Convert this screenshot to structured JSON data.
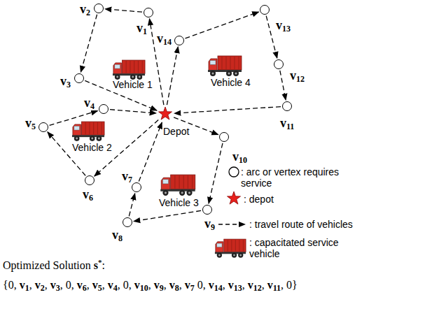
{
  "diagram": {
    "nodes": [
      {
        "text": [
          "v1"
        ]
      },
      {
        "text": [
          "v2"
        ]
      },
      {
        "text": [
          "v3"
        ]
      },
      {
        "text": [
          "v4"
        ]
      },
      {
        "text": [
          "v5"
        ]
      },
      {
        "text": [
          "v6"
        ]
      },
      {
        "text": [
          "v7"
        ]
      },
      {
        "text": [
          "v8"
        ]
      },
      {
        "text": [
          "v9"
        ]
      },
      {
        "text": [
          "v10"
        ]
      },
      {
        "text": [
          "v11"
        ]
      },
      {
        "text": [
          "v12"
        ]
      },
      {
        "text": [
          "v13"
        ]
      },
      {
        "text": [
          "v14"
        ]
      },
      {
        "text": [
          "Depot"
        ]
      }
    ],
    "edges": [
      {
        "from": 14,
        "to": 0,
        "arrow": "to"
      },
      {
        "from": 0,
        "to": 1,
        "arrow": "to"
      },
      {
        "from": 1,
        "to": 2,
        "arrow": "to"
      },
      {
        "from": 2,
        "to": 14,
        "arrow": "to"
      },
      {
        "from": 14,
        "to": 5,
        "arrow": "to"
      },
      {
        "from": 5,
        "to": 4,
        "arrow": "to"
      },
      {
        "from": 4,
        "to": 3,
        "arrow": "to"
      },
      {
        "from": 3,
        "to": 14,
        "arrow": "to"
      },
      {
        "from": 14,
        "to": 9,
        "arrow": "to"
      },
      {
        "from": 9,
        "to": 8,
        "arrow": "to"
      },
      {
        "from": 8,
        "to": 7,
        "arrow": "to"
      },
      {
        "from": 7,
        "to": 6,
        "arrow": "to"
      },
      {
        "from": 6,
        "to": 14,
        "arrow": "to"
      },
      {
        "from": 14,
        "to": 13,
        "arrow": "to"
      },
      {
        "from": 13,
        "to": 12,
        "arrow": "to"
      },
      {
        "from": 12,
        "to": 11,
        "arrow": "to"
      },
      {
        "from": 11,
        "to": 10,
        "arrow": "to"
      },
      {
        "from": 10,
        "to": 14,
        "arrow": "to"
      }
    ],
    "labels": [
      "Vehicle 1",
      "Vehicle 2",
      "Vehicle 3",
      "Vehicle 4",
      "Optimized Solution s*:",
      "{0, v1, v2, v3, 0, v6, v5, v4, 0, v10, v9, v8, v7 0, v14, v13, v12, v11, 0}"
    ],
    "legend": [
      {
        "text": ": arc or vertex requires service"
      },
      {
        "text": ": depot"
      },
      {
        "text": ": travel route of vehicles"
      },
      {
        "text": ": capacitated service vehicle"
      }
    ]
  }
}
